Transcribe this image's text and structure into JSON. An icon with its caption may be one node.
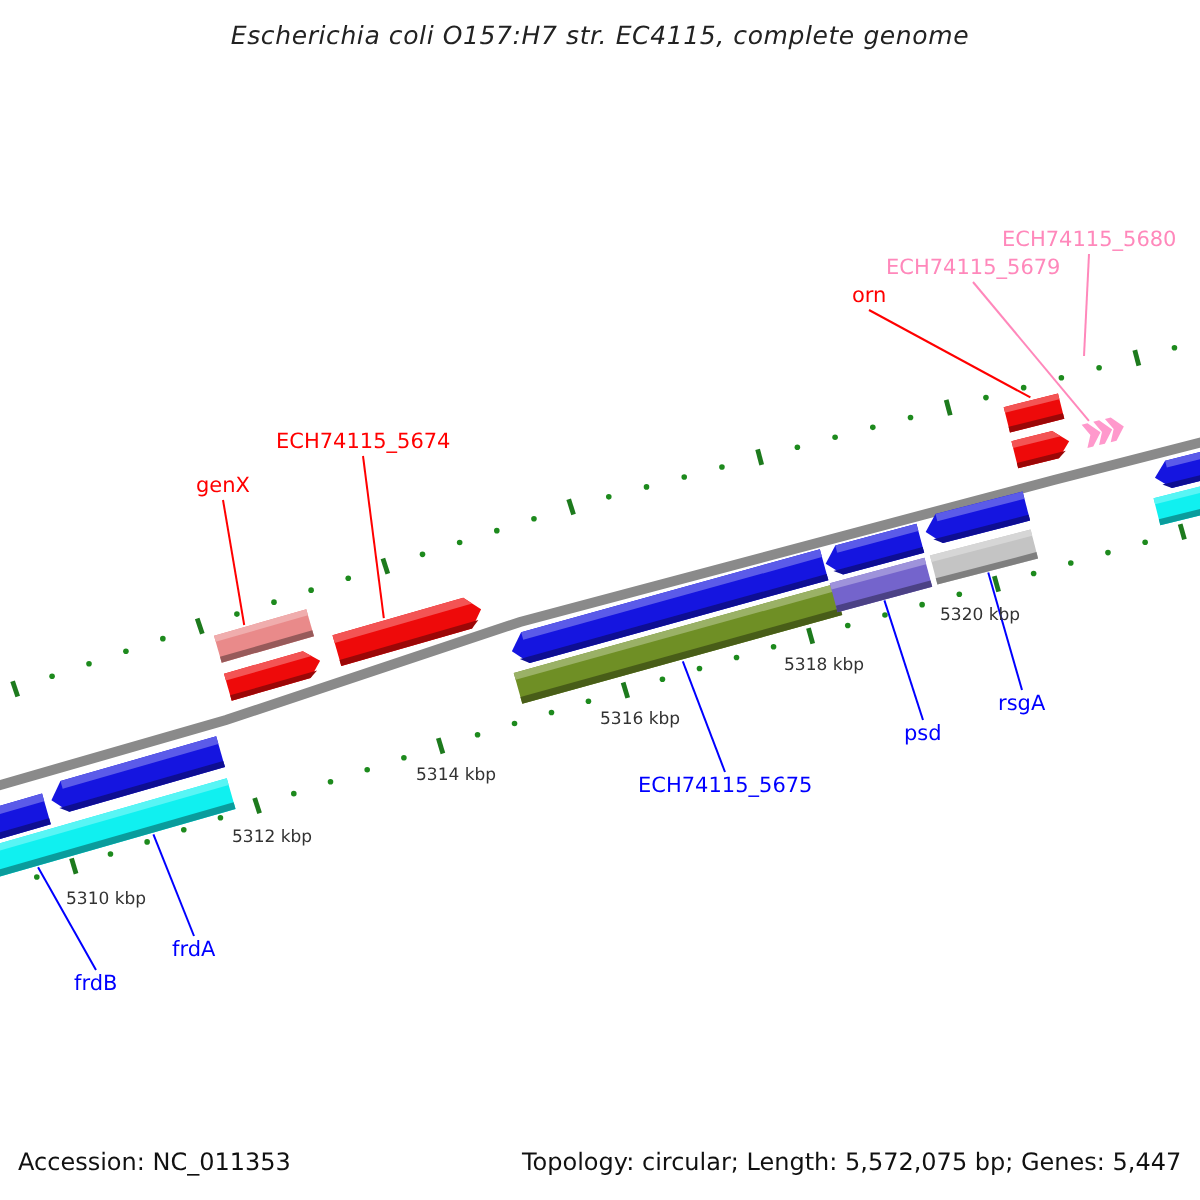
{
  "diagram": {
    "title": "Escherichia coli O157:H7 str. EC4115, complete genome",
    "nodes": [
      {
        "text": [
          "ECH74115_5680"
        ]
      },
      {
        "text": [
          "ECH74115_5679"
        ]
      },
      {
        "text": [
          "orn"
        ]
      },
      {
        "text": [
          "ECH74115_5674"
        ]
      },
      {
        "text": [
          "genX"
        ]
      },
      {
        "text": [
          "psd"
        ]
      },
      {
        "text": [
          "rsgA"
        ]
      },
      {
        "text": [
          "ECH74115_5675"
        ]
      },
      {
        "text": [
          "frdA"
        ]
      },
      {
        "text": [
          "frdB"
        ]
      },
      {
        "text": [],
        "shape": "arrow"
      },
      {
        "text": [],
        "shape": "bar"
      },
      {
        "text": [],
        "shape": "arrow"
      },
      {
        "text": [],
        "shape": "bar"
      },
      {
        "text": [],
        "shape": "arrow"
      },
      {
        "text": [],
        "shape": "arrow"
      },
      {
        "text": [],
        "shape": "arrow"
      },
      {
        "text": [],
        "shape": "bar"
      },
      {
        "text": [],
        "shape": "arrow"
      },
      {
        "text": [],
        "shape": "bar"
      },
      {
        "text": [],
        "shape": "arrow"
      },
      {
        "text": [],
        "shape": "bar"
      },
      {
        "text": [],
        "shape": "bar"
      },
      {
        "text": [],
        "shape": "arrow"
      },
      {
        "text": [],
        "shape": "chevron"
      },
      {
        "text": [],
        "shape": "arrow"
      },
      {
        "text": [],
        "shape": "bar"
      }
    ],
    "edges": [
      {
        "from": 0,
        "to": null,
        "arrow": "none",
        "color": "#ff88bb"
      },
      {
        "from": 1,
        "to": 24,
        "arrow": "none",
        "color": "#ff88bb"
      },
      {
        "from": 2,
        "to": 22,
        "arrow": "none",
        "color": "#ff0000"
      },
      {
        "from": 3,
        "to": 15,
        "arrow": "none",
        "color": "#ff0000"
      },
      {
        "from": 4,
        "to": 13,
        "arrow": "none",
        "color": "#ff0000"
      },
      {
        "from": 5,
        "to": 19,
        "arrow": "none"
      },
      {
        "from": 6,
        "to": 21,
        "arrow": "none"
      },
      {
        "from": 7,
        "to": 17,
        "arrow": "none"
      },
      {
        "from": 8,
        "to": 11,
        "arrow": "none"
      },
      {
        "from": 9,
        "to": 11,
        "arrow": "none"
      }
    ],
    "labels": [
      "5310 kbp",
      "5312 kbp",
      "5314 kbp",
      "5316 kbp",
      "5318 kbp",
      "5320 kbp",
      "Accession: NC_011353",
      "Topology: circular; Length: 5,572,075 bp; Genes: 5,447"
    ]
  }
}
